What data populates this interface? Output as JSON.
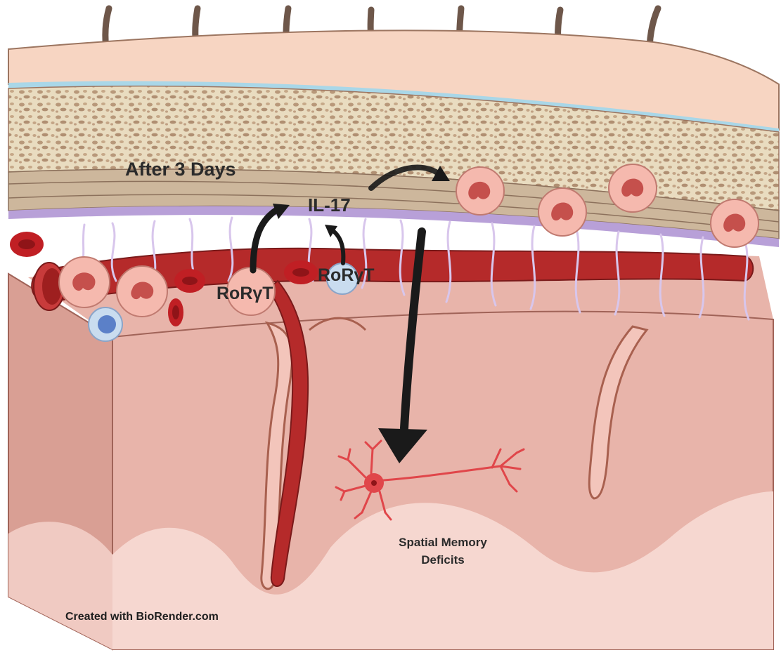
{
  "labels": {
    "timepoint": "After 3 Days",
    "cytokine": "IL-17",
    "cell_marker_1": "RoRγT",
    "cell_marker_2": "RoRγT",
    "outcome_line1": "Spatial Memory",
    "outcome_line2": "Deficits",
    "credit": "Created with BioRender.com"
  },
  "colors": {
    "skin_top": "#f5c8b0",
    "bone": "#e9dcc0",
    "bone_spots": "#b8987a",
    "dura_layers": "#cdb79c",
    "arachnoid": "#b8a0d8",
    "vessel": "#b52a2a",
    "brain_tissue": "#e8b4aa",
    "brain_light": "#f6d7d0",
    "neutrophil": "#f5b9ae",
    "neutrophil_nucleus": "#c5504c",
    "lymphocyte": "#c9dcef",
    "lymphocyte_nucleus": "#5b80c8",
    "red_blood_cell": "#c01f24",
    "neuron": "#e0464a",
    "arrow": "#1a1a1a",
    "hair": "#6e574a"
  },
  "icons": [
    "hair-icon",
    "neutrophil-icon",
    "lymphocyte-icon",
    "red-blood-cell-icon",
    "neuron-icon",
    "curved-arrow-icon"
  ]
}
